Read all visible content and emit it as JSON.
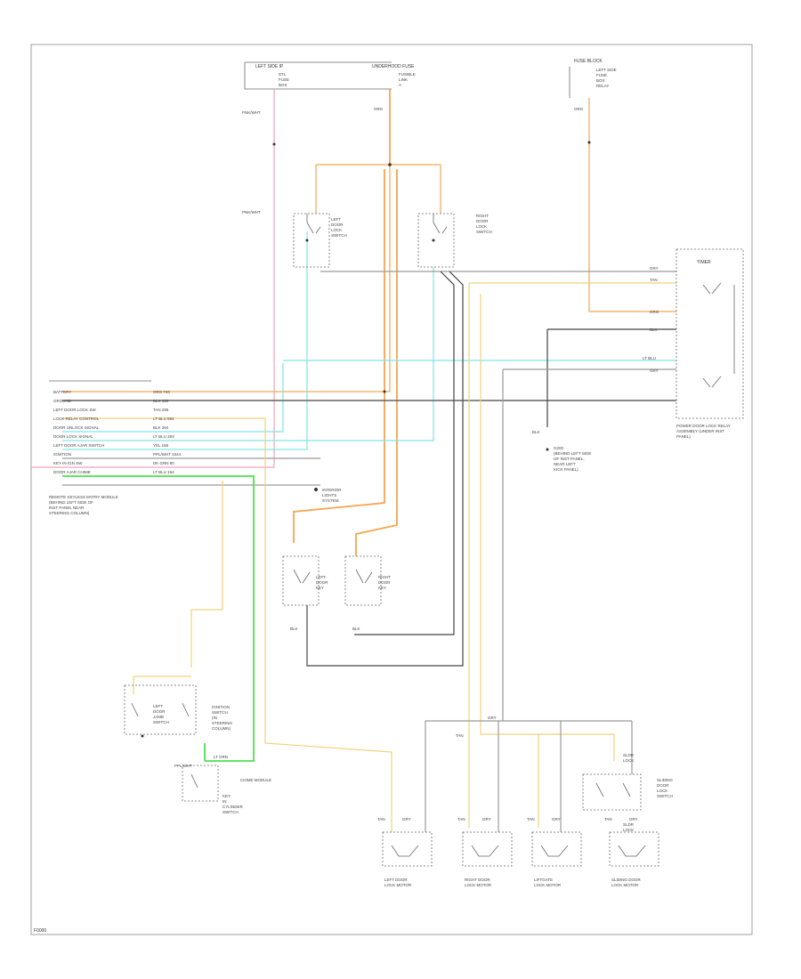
{
  "diagram": {
    "page_tag": "F0000",
    "components": {
      "top_left_fuse": {
        "title": "LEFT SIDE IP",
        "lines": [
          "DTL",
          "FUSE",
          "BOX"
        ]
      },
      "top_mid_fuse": {
        "title": "UNDERHOOD FUSE",
        "lines": [
          "FUSIBLE",
          "LINK",
          "A"
        ]
      },
      "top_right_fuse": {
        "title": "FUSE BLOCK",
        "lines": [
          "LEFT SIDE",
          "FUSE",
          "BOX",
          "RELAY"
        ]
      },
      "left_door_sw": {
        "lines": [
          "LEFT",
          "DOOR",
          "LOCK",
          "SWITCH"
        ]
      },
      "right_door_sw": {
        "lines": [
          "RIGHT",
          "DOOR",
          "LOCK",
          "SWITCH"
        ]
      },
      "timer_module": {
        "title": "TIMER",
        "caption": [
          "POWER DOOR LOCK RELAY",
          "ASSEMBLY (UNDER INST",
          "PANEL)"
        ]
      },
      "ground_note": [
        "G200",
        "(BEHIND LEFT SIDE",
        "OF INST PANEL,",
        "NEAR LEFT",
        "KICK PANEL)"
      ],
      "interior_light": [
        "INTERIOR",
        "LIGHTS",
        "SYSTEM"
      ],
      "left_key_sw": {
        "lines": [
          "LEFT",
          "DOOR",
          "KEY"
        ]
      },
      "right_key_sw": {
        "lines": [
          "RIGHT",
          "DOOR",
          "KEY"
        ]
      },
      "lower_left_sw": {
        "lines": [
          "LEFT",
          "DOOR",
          "JAMB",
          "SWITCH"
        ]
      },
      "ignition_sw": {
        "lines": [
          "IGNITION",
          "SWITCH",
          "(IN",
          "STEERING",
          "COLUMN)"
        ]
      },
      "key_reminder": {
        "lines": [
          "KEY",
          "IN",
          "CYLINDER",
          "SWITCH"
        ]
      },
      "chime_module": "CHIME MODULE",
      "slider_sw": {
        "lines": [
          "SLIDING",
          "DOOR",
          "LOCK",
          "SWITCH"
        ]
      },
      "slider_lock": {
        "lines": [
          "SLDR",
          "LOCK"
        ]
      },
      "motors": [
        {
          "name": [
            "LEFT DOOR",
            "LOCK MOTOR"
          ],
          "pin_a": "TAN",
          "pin_b": "GRY"
        },
        {
          "name": [
            "RIGHT DOOR",
            "LOCK MOTOR"
          ],
          "pin_a": "TAN",
          "pin_b": "GRY"
        },
        {
          "name": [
            "LIFTGATE",
            "LOCK MOTOR"
          ],
          "pin_a": "TAN",
          "pin_b": "GRY"
        },
        {
          "name": [
            "SLIDING DOOR",
            "LOCK MOTOR"
          ],
          "pin_a": "TAN",
          "pin_b": "GRY"
        }
      ]
    },
    "module_pins": [
      {
        "label": "BATTERY",
        "wire": "ORG 740"
      },
      {
        "label": "GROUND",
        "wire": "BLK 150"
      },
      {
        "label": "LEFT DOOR LOCK SW",
        "wire": "TAN 295"
      },
      {
        "label": "LOCK RELAY CONTROL",
        "wire": "LT BLU 694"
      },
      {
        "label": "DOOR UNLOCK SIGNAL",
        "wire": "BLK 294"
      },
      {
        "label": "DOOR LOCK SIGNAL",
        "wire": "LT BLU 293"
      },
      {
        "label": "LEFT DOOR AJAR SWITCH",
        "wire": "YEL 156"
      },
      {
        "label": "IGNITION",
        "wire": "PPL/WHT 1044"
      },
      {
        "label": "KEY IN IGN SW",
        "wire": "DK GRN 80"
      },
      {
        "label": "DOOR AJAR CHIME",
        "wire": "LT BLU 154"
      }
    ],
    "module_caption": [
      "REMOTE KEYLESS ENTRY MODULE",
      "(BEHIND LEFT SIDE OF",
      "INST PANEL NEAR",
      "STEERING COLUMN)"
    ],
    "wire_labels": {
      "pnk_top": "PNK/WHT",
      "pnk_mid": "PNK/WHT",
      "org_top": "ORG",
      "org_right": "ORG",
      "grn_low": "LT GRN",
      "ppl_low": "PPL/WHT",
      "blk_left": "BLK",
      "blk_right": "BLK",
      "blk_ground": "BLK",
      "gry_bus": "GRY",
      "tan_bus": "TAN",
      "timer_gry": "GRY",
      "timer_tan": "TAN",
      "timer_org": "ORG",
      "timer_blk": "BLK",
      "timer_ltblu": "LT BLU",
      "timer_gry2": "GRY"
    }
  }
}
